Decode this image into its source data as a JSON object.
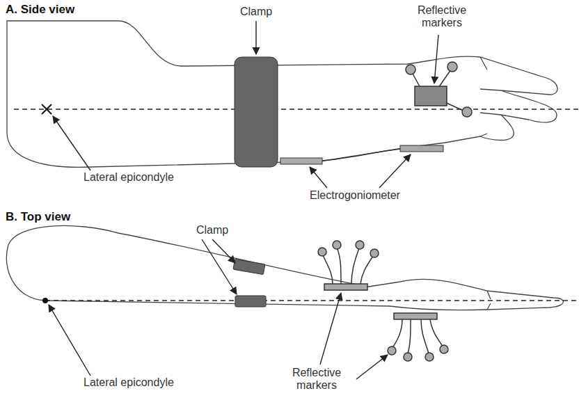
{
  "diagram": {
    "labels": [
      "A. Side view",
      "Clamp",
      "Reflective markers",
      "Lateral epicondyle",
      "Electrogoniometer",
      "B. Top view",
      "Clamp",
      "Lateral epicondyle",
      "Reflective markers"
    ]
  }
}
